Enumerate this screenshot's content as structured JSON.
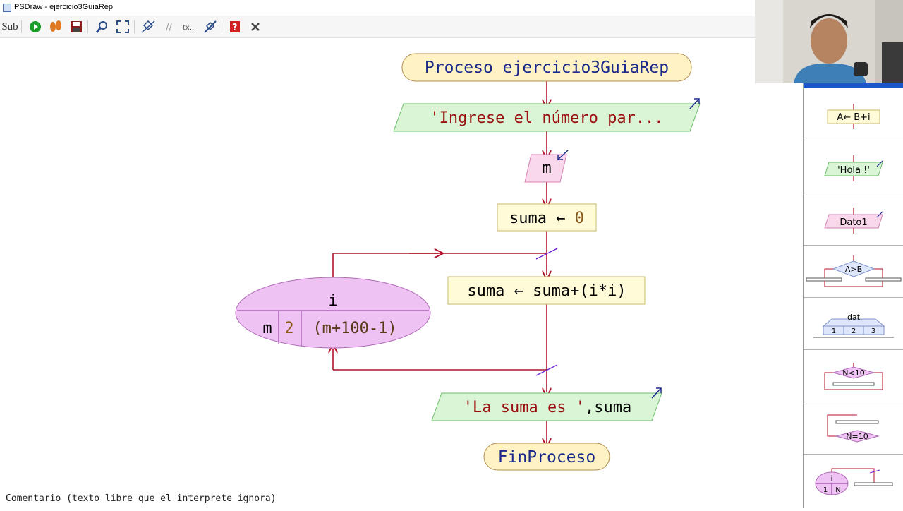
{
  "window": {
    "title": "PSDraw - ejercicio3GuiaRep"
  },
  "toolbar": {
    "sub_label": "Sub"
  },
  "flowchart": {
    "process_start": "Proceso ejercicio3GuiaRep",
    "output1": "'Ingrese el número par...",
    "input_var": "m",
    "assign1_var": "suma",
    "assign1_arrow": "←",
    "assign1_val": "0",
    "assign2": "suma ← suma+(i*i)",
    "loop": {
      "var": "i",
      "start": "m",
      "step": "2",
      "end": "(m+100-1)"
    },
    "output2_str": "'La suma es '",
    "output2_var": ",suma",
    "process_end": "FinProceso"
  },
  "palette": {
    "assign": "A← B+i",
    "output": "'Hola !'",
    "input": "Dato1",
    "if_cond": "A>B",
    "switch_var": "dat",
    "switch_cases": [
      "1",
      "2",
      "3"
    ],
    "while_cond": "N<10",
    "repeat_cond": "N=10",
    "for_var": "i",
    "for_start": "1",
    "for_end": "N"
  },
  "status": {
    "hint": "Comentario (texto libre que el interprete ignora)"
  },
  "colors": {
    "start_fill": "#fff3c6",
    "io_fill": "#d9f5d6",
    "input_fill": "#f9d8ec",
    "assign_fill": "#fffbd9",
    "loop_fill": "#eec2f2",
    "line": "#b0122a"
  }
}
